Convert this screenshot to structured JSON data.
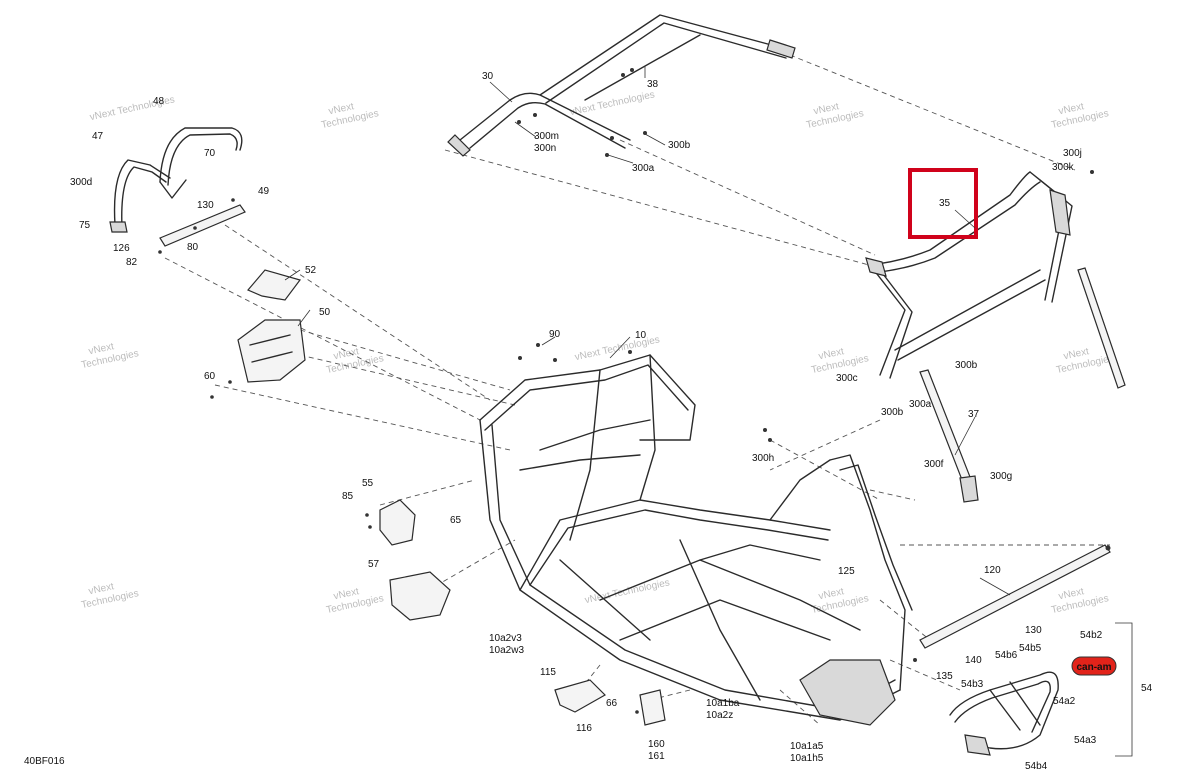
{
  "watermark": {
    "line1": "vNext",
    "line2": "Technologies",
    "single": "vNext Technologies"
  },
  "figure_code": "40BF016",
  "highlighted_part": "35",
  "highlight_color": "#d0021b",
  "callouts": {
    "c48": "48",
    "c47": "47",
    "c70": "70",
    "c300d": "300d",
    "c75": "75",
    "c130a": "130",
    "c49": "49",
    "c126": "126",
    "c80": "80",
    "c82": "82",
    "c30": "30",
    "c38": "38",
    "c300m": "300m",
    "c300n": "300n",
    "c300b1": "300b",
    "c300a1": "300a",
    "c35": "35",
    "c300j": "300j",
    "c300k": "300k",
    "c52": "52",
    "c50": "50",
    "c60": "60",
    "c90": "90",
    "c10": "10",
    "c300c": "300c",
    "c300b2": "300b",
    "c300b3": "300b",
    "c300a2": "300a",
    "c37": "37",
    "c300h": "300h",
    "c300f": "300f",
    "c300g": "300g",
    "c55": "55",
    "c85": "85",
    "c65": "65",
    "c57": "57",
    "c125": "125",
    "c120": "120",
    "c130b": "130",
    "c140": "140",
    "c135": "135",
    "c10a2v3": "10a2v3",
    "c10a2w3": "10a2w3",
    "c115": "115",
    "c116": "116",
    "c66": "66",
    "c160": "160",
    "c161": "161",
    "c10a1ba": "10a1ba",
    "c10a2z": "10a2z",
    "c10a1a5": "10a1a5",
    "c10a1h5": "10a1h5",
    "c54b2": "54b2",
    "c54b6": "54b6",
    "c54b5": "54b5",
    "c54b3": "54b3",
    "c54a2": "54a2",
    "c54a3": "54a3",
    "c54b4": "54b4",
    "c54": "54"
  },
  "badge": {
    "text": "can-am",
    "color": "#e2231a"
  }
}
